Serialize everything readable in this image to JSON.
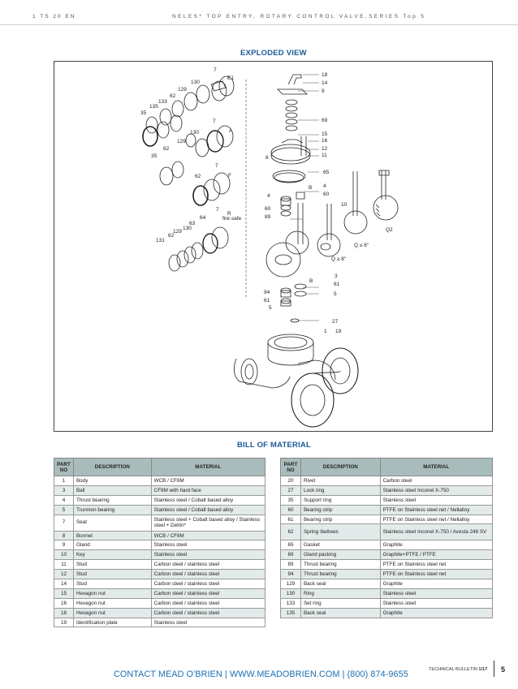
{
  "header": {
    "left": "1 TS 20 EN",
    "right": "NELES* TOP ENTRY, ROTARY CONTROL VALVE,SERIES Top 5"
  },
  "exploded_title": "EXPLODED VIEW",
  "diagram_labels": {
    "l7a": "7",
    "lE1": "E1",
    "l130a": "130",
    "l129a": "129",
    "l62a": "62",
    "l133": "133",
    "l135": "135",
    "l35a": "35",
    "l7b": "7",
    "l130b": "130",
    "lA": "A",
    "l129b": "129",
    "l62b": "62",
    "l35b": "35",
    "l7c": "7",
    "lF": "F",
    "l62c": "62",
    "l7d": "7",
    "lR": "R",
    "lFire": "fire safe",
    "l64": "64",
    "l63": "63",
    "l130c": "130",
    "l129c": "129",
    "l62d": "62",
    "l131": "131",
    "l18": "18",
    "l14": "14",
    "l9": "9",
    "l69": "69",
    "l15": "15",
    "l16": "16",
    "l12": "12",
    "l11": "11",
    "l8": "8",
    "l65": "65",
    "lB1": "B",
    "l4a": "4",
    "l60a": "60",
    "l4b": "4",
    "l60b": "60",
    "l89": "89",
    "l10": "10",
    "lQ2": "Q2",
    "lQle6": "Q ≤ 6\"",
    "lQge8": "Q ≥ 8\"",
    "l3": "3",
    "lB2": "B",
    "l61a": "61",
    "l94": "94",
    "l5a": "5",
    "l61b": "61",
    "l5b": "5",
    "l27": "27",
    "l1": "1",
    "l19": "19"
  },
  "bom_title": "BILL OF MATERIAL",
  "bom_headers": {
    "part_no": "PART NO",
    "description": "DESCRIPTION",
    "material": "MATERIAL"
  },
  "bom_left": [
    {
      "no": "1",
      "description": "Body",
      "material": "WCB / CF8M"
    },
    {
      "no": "3",
      "description": "Ball",
      "material": "CF8M with hard face"
    },
    {
      "no": "4",
      "description": "Thrust bearing",
      "material": "Stainless steel / Cobalt based alloy"
    },
    {
      "no": "5",
      "description": "Trunnion bearing",
      "material": "Stainless steel / Cobalt based alloy"
    },
    {
      "no": "7",
      "description": "Seat",
      "material": "Stainless steel + Cobalt based alloy / Stainless steel + Delrin*"
    },
    {
      "no": "8",
      "description": "Bonnet",
      "material": "WCB / CF8M"
    },
    {
      "no": "9",
      "description": "Gland",
      "material": "Stainless steel"
    },
    {
      "no": "10",
      "description": "Key",
      "material": "Stainless steel"
    },
    {
      "no": "11",
      "description": "Stud",
      "material": "Carbon steel / stainless steel"
    },
    {
      "no": "12",
      "description": "Stud",
      "material": "Carbon steel / stainless steel"
    },
    {
      "no": "14",
      "description": "Stud",
      "material": "Carbon steel / stainless steel"
    },
    {
      "no": "15",
      "description": "Hexagon nut",
      "material": "Carbon steel / stainless steel"
    },
    {
      "no": "16",
      "description": "Hexagon nut",
      "material": "Carbon steel / stainless steel"
    },
    {
      "no": "18",
      "description": "Hexagon nut",
      "material": "Carbon steel / stainless steel"
    },
    {
      "no": "19",
      "description": "Identification plate",
      "material": "Stainless steel"
    }
  ],
  "bom_right": [
    {
      "no": "20",
      "description": "Rivet",
      "material": "Carbon steel"
    },
    {
      "no": "27",
      "description": "Lock ring",
      "material": "Stainless steel Inconel X-750"
    },
    {
      "no": "35",
      "description": "Support ring",
      "material": "Stainless steel"
    },
    {
      "no": "60",
      "description": "Bearing strip",
      "material": "PTFE on Stainless steel net / Nellalloy"
    },
    {
      "no": "61",
      "description": "Bearing strip",
      "material": "PTFE on Stainless steel net / Nellalloy"
    },
    {
      "no": "62",
      "description": "Spring /bellows",
      "material": "Stainless steel Inconel X-750 / Avesta 248 SV"
    },
    {
      "no": "65",
      "description": "Gasket",
      "material": "Graphite"
    },
    {
      "no": "69",
      "description": "Gland packing",
      "material": "Graphite+PTFE / PTFE"
    },
    {
      "no": "89",
      "description": "Thrust bearing",
      "material": "PTFE on Stainless steel net"
    },
    {
      "no": "94",
      "description": "Thrust bearing",
      "material": "PTFE on Stainless steel net"
    },
    {
      "no": "129",
      "description": "Back seal",
      "material": "Graphite"
    },
    {
      "no": "130",
      "description": "Ring",
      "material": "Stainless steel"
    },
    {
      "no": "133",
      "description": "Set ring",
      "material": "Stainless steel"
    },
    {
      "no": "135",
      "description": "Back seal",
      "material": "Graphite"
    }
  ],
  "footer": {
    "contact": "CONTACT MEAD O'BRIEN | WWW.MEADOBRIEN.COM | (800) 874-9655",
    "bulletin_label": "TECHNICAL BULLETIN",
    "bulletin_num": "1/17",
    "page": "5"
  }
}
